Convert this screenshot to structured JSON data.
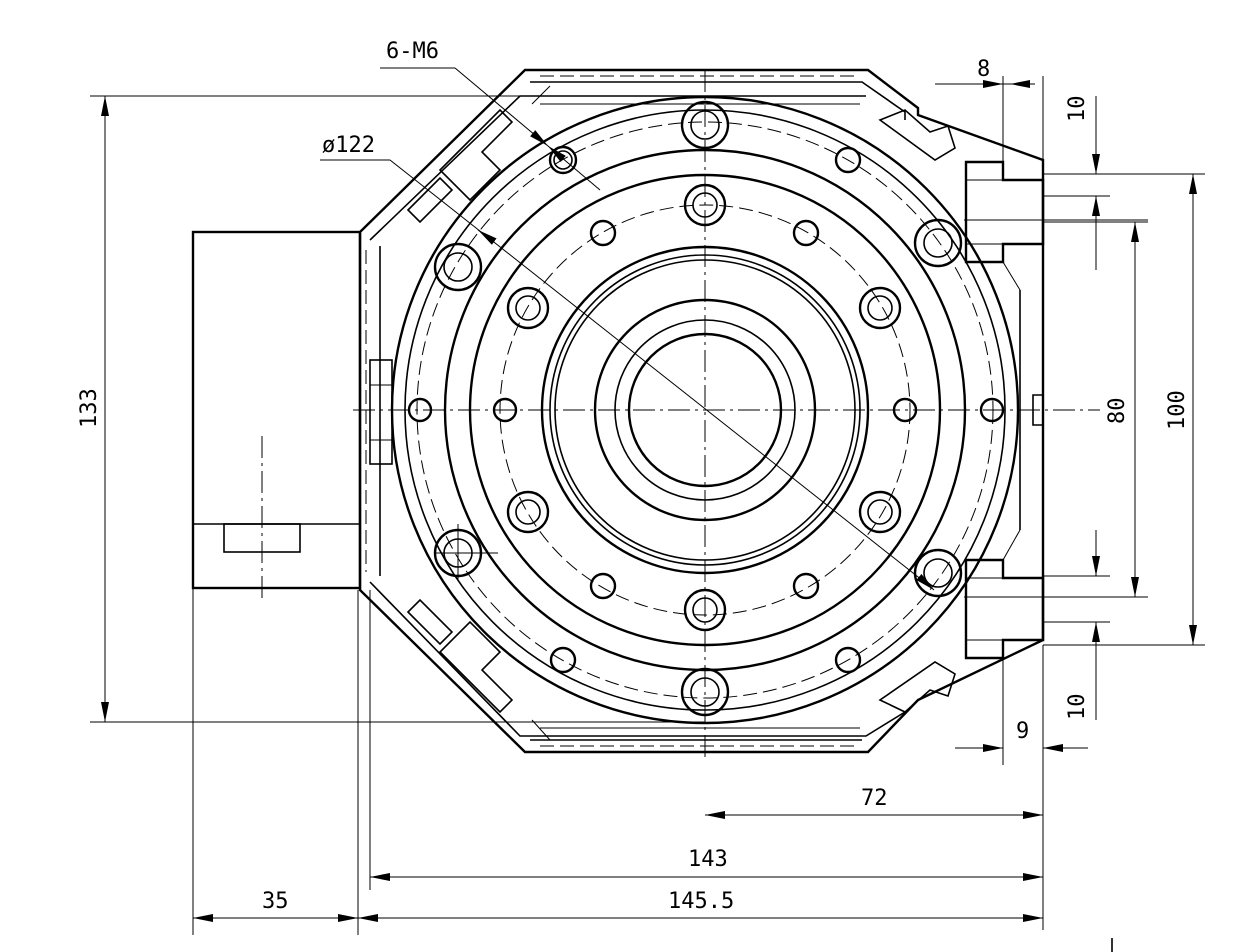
{
  "labels": {
    "thread": "6-M6",
    "diameter": "ø122",
    "d8": "8",
    "d10_top": "10",
    "d10_bottom": "10",
    "d9": "9",
    "d133": "133",
    "d80": "80",
    "d100": "100",
    "d72": "72",
    "d143": "143",
    "d145_5": "145.5",
    "d35": "35"
  }
}
